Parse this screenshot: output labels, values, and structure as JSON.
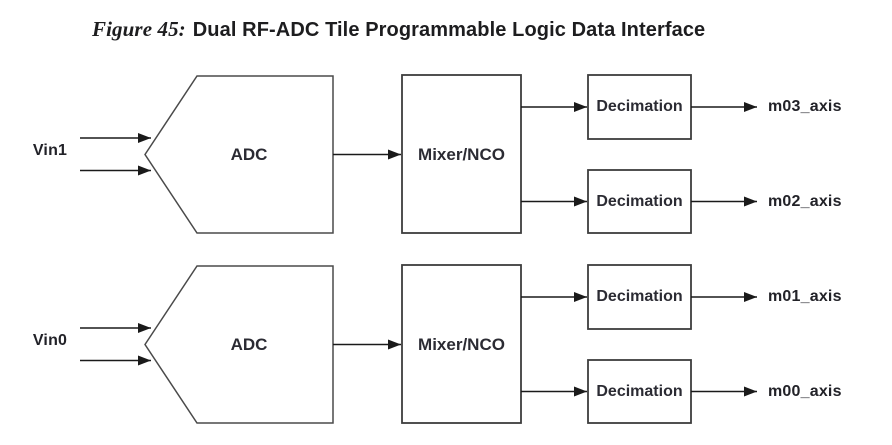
{
  "figure": {
    "label_prefix": "Figure 45:",
    "title": "Dual RF-ADC Tile Programmable Logic Data Interface"
  },
  "diagram": {
    "tiles": [
      {
        "input_label": "Vin1",
        "adc_label": "ADC",
        "mixer_label": "Mixer/NCO",
        "decimators": [
          {
            "label": "Decimation",
            "output": "m03_axis"
          },
          {
            "label": "Decimation",
            "output": "m02_axis"
          }
        ]
      },
      {
        "input_label": "Vin0",
        "adc_label": "ADC",
        "mixer_label": "Mixer/NCO",
        "decimators": [
          {
            "label": "Decimation",
            "output": "m01_axis"
          },
          {
            "label": "Decimation",
            "output": "m00_axis"
          }
        ]
      }
    ]
  },
  "colors": {
    "background": "#ffffff",
    "connector_line": "#1a1a1a",
    "block_border": "#3d3d3d",
    "adc_outline": "#4a4a4a",
    "block_text": "#2b2b33",
    "signal_text": "#222228",
    "title_text": "#1d1d1f"
  }
}
